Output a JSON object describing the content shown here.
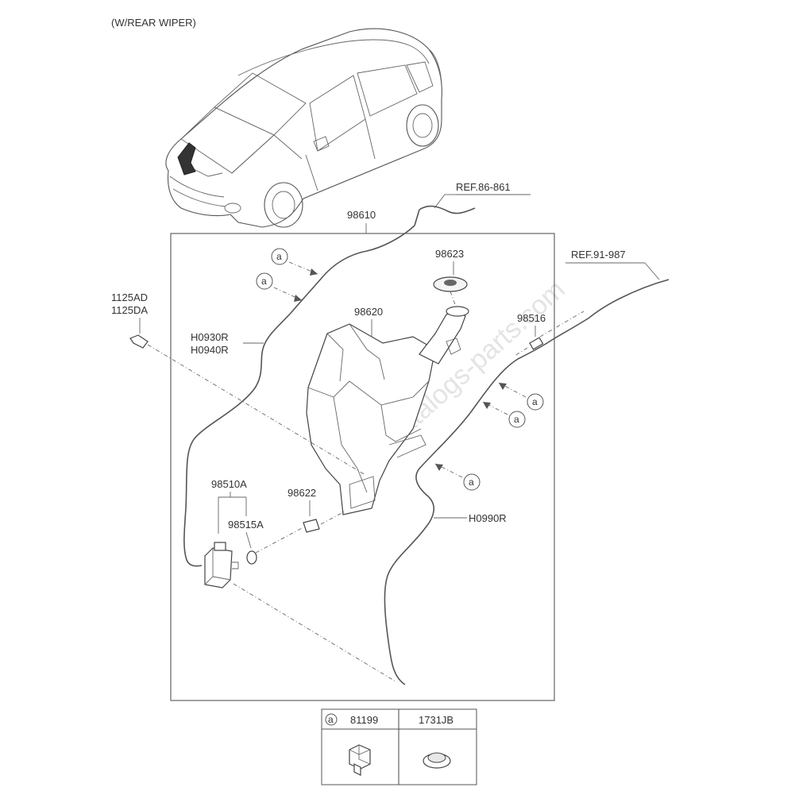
{
  "header": {
    "title": "(W/REAR WIPER)"
  },
  "callouts": {
    "ref_front": "REF.86-861",
    "ref_rear": "REF.91-987",
    "hose_assy": "98610",
    "cap": "98623",
    "reservoir": "98620",
    "nozzle": "98516",
    "bolt_a": "1125AD",
    "bolt_b": "1125DA",
    "hose_front_a": "H0930R",
    "hose_front_b": "H0940R",
    "pump": "98510A",
    "grommet": "98622",
    "seal": "98515A",
    "hose_rear": "H0990R",
    "clip_marker": "a"
  },
  "legend": {
    "marker": "a",
    "part_1": "81199",
    "part_2": "1731JB"
  },
  "watermark": "catalogs-parts.com"
}
